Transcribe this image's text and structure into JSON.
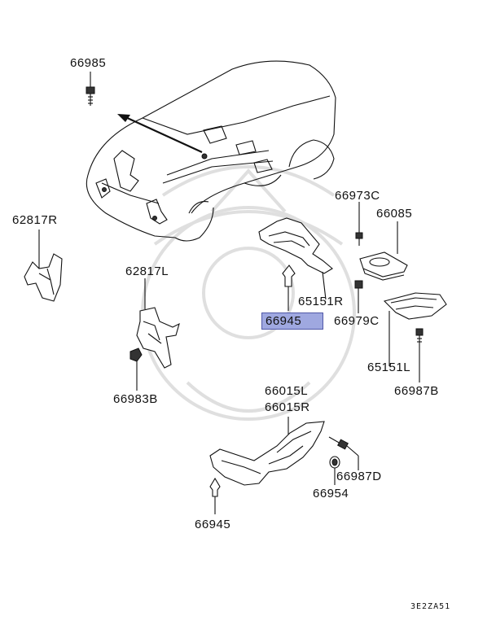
{
  "diagram": {
    "labels": {
      "p66985": "66985",
      "p62817R": "62817R",
      "p62817L": "62817L",
      "p66983B": "66983B",
      "p66973C": "66973C",
      "p66085": "66085",
      "p65151R": "65151R",
      "p66945_hl": "66945",
      "p66979C": "66979C",
      "p65151L": "65151L",
      "p66987B": "66987B",
      "p66015L": "66015L",
      "p66015R": "66015R",
      "p66987D": "66987D",
      "p66954": "66954",
      "p66945_b": "66945"
    },
    "diagram_code": "3E2ZA51",
    "highlight_color": "#9fa8e0"
  }
}
